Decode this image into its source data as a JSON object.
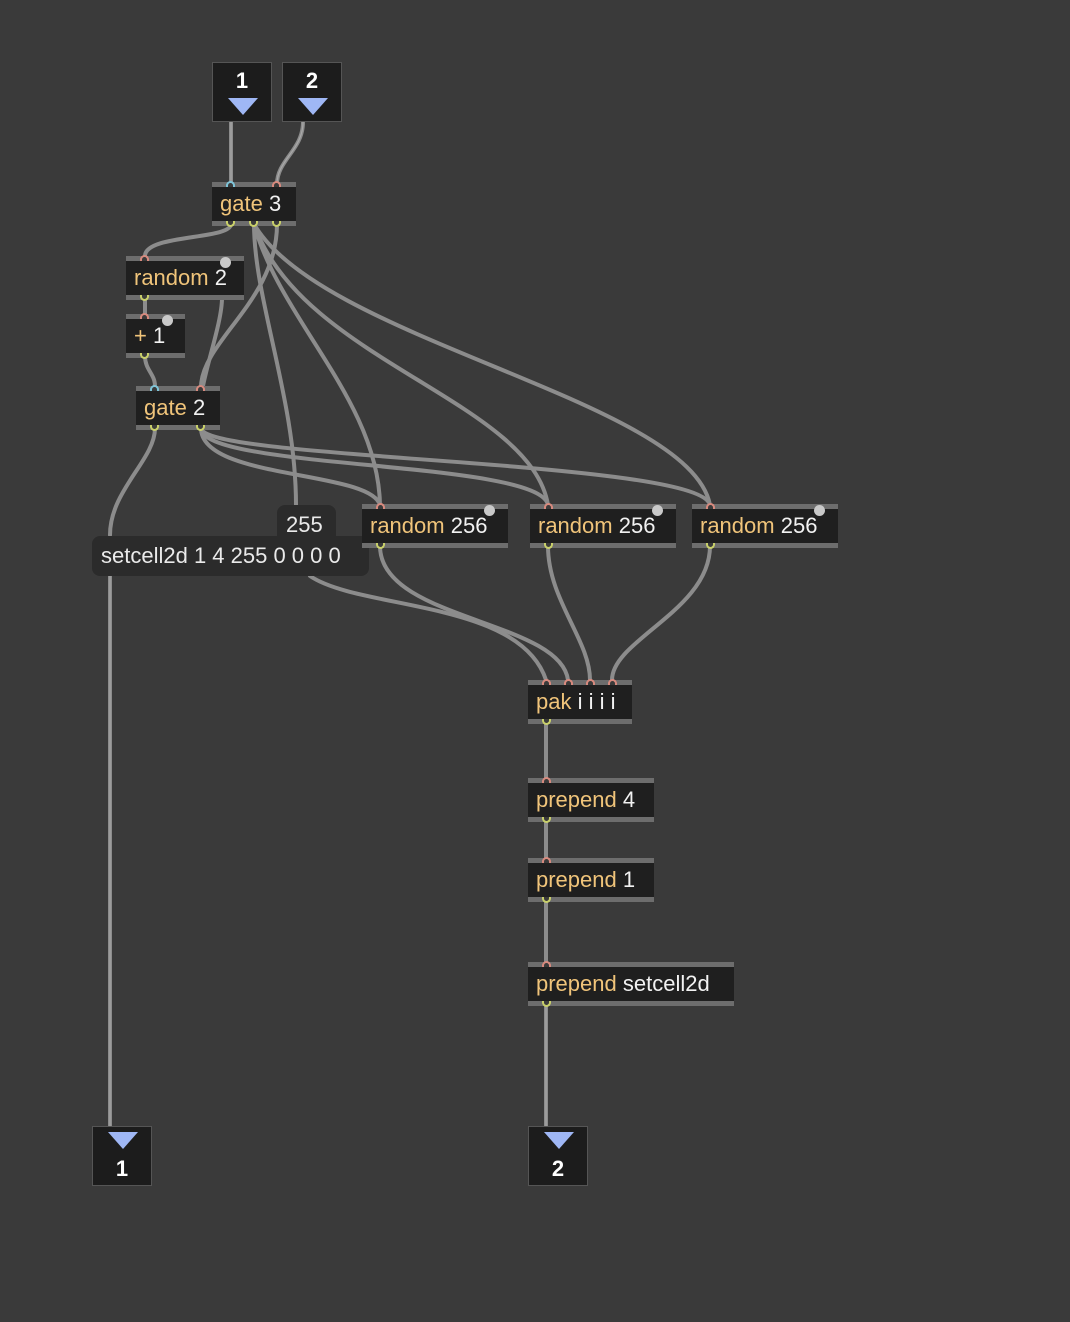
{
  "inlets": [
    {
      "label": "1"
    },
    {
      "label": "2"
    }
  ],
  "outlets": [
    {
      "label": "1"
    },
    {
      "label": "2"
    }
  ],
  "objects": {
    "gate3": {
      "cls": "gate",
      "arg": "3"
    },
    "random2": {
      "cls": "random",
      "arg": "2"
    },
    "plus1": {
      "cls": "+",
      "arg": "1"
    },
    "gate2": {
      "cls": "gate",
      "arg": "2"
    },
    "random256a": {
      "cls": "random",
      "arg": "256"
    },
    "random256b": {
      "cls": "random",
      "arg": "256"
    },
    "random256c": {
      "cls": "random",
      "arg": "256"
    },
    "pak": {
      "cls": "pak",
      "arg": "i i i i"
    },
    "prepend4": {
      "cls": "prepend",
      "arg": "4"
    },
    "prepend1": {
      "cls": "prepend",
      "arg": "1"
    },
    "prependSet": {
      "cls": "prepend",
      "arg": "setcell2d"
    }
  },
  "messages": {
    "num255": "255",
    "setcell": "setcell2d 1 4 255 0 0 0 0"
  },
  "colors": {
    "background": "#3a3a3a",
    "object_fill": "#1f1f1f",
    "class_text": "#f0c47a",
    "inlet_port": "#d88a7e",
    "outlet_port": "#c9d06a",
    "triangle": "#9fb7f5",
    "cord": "#8a8a8a"
  }
}
